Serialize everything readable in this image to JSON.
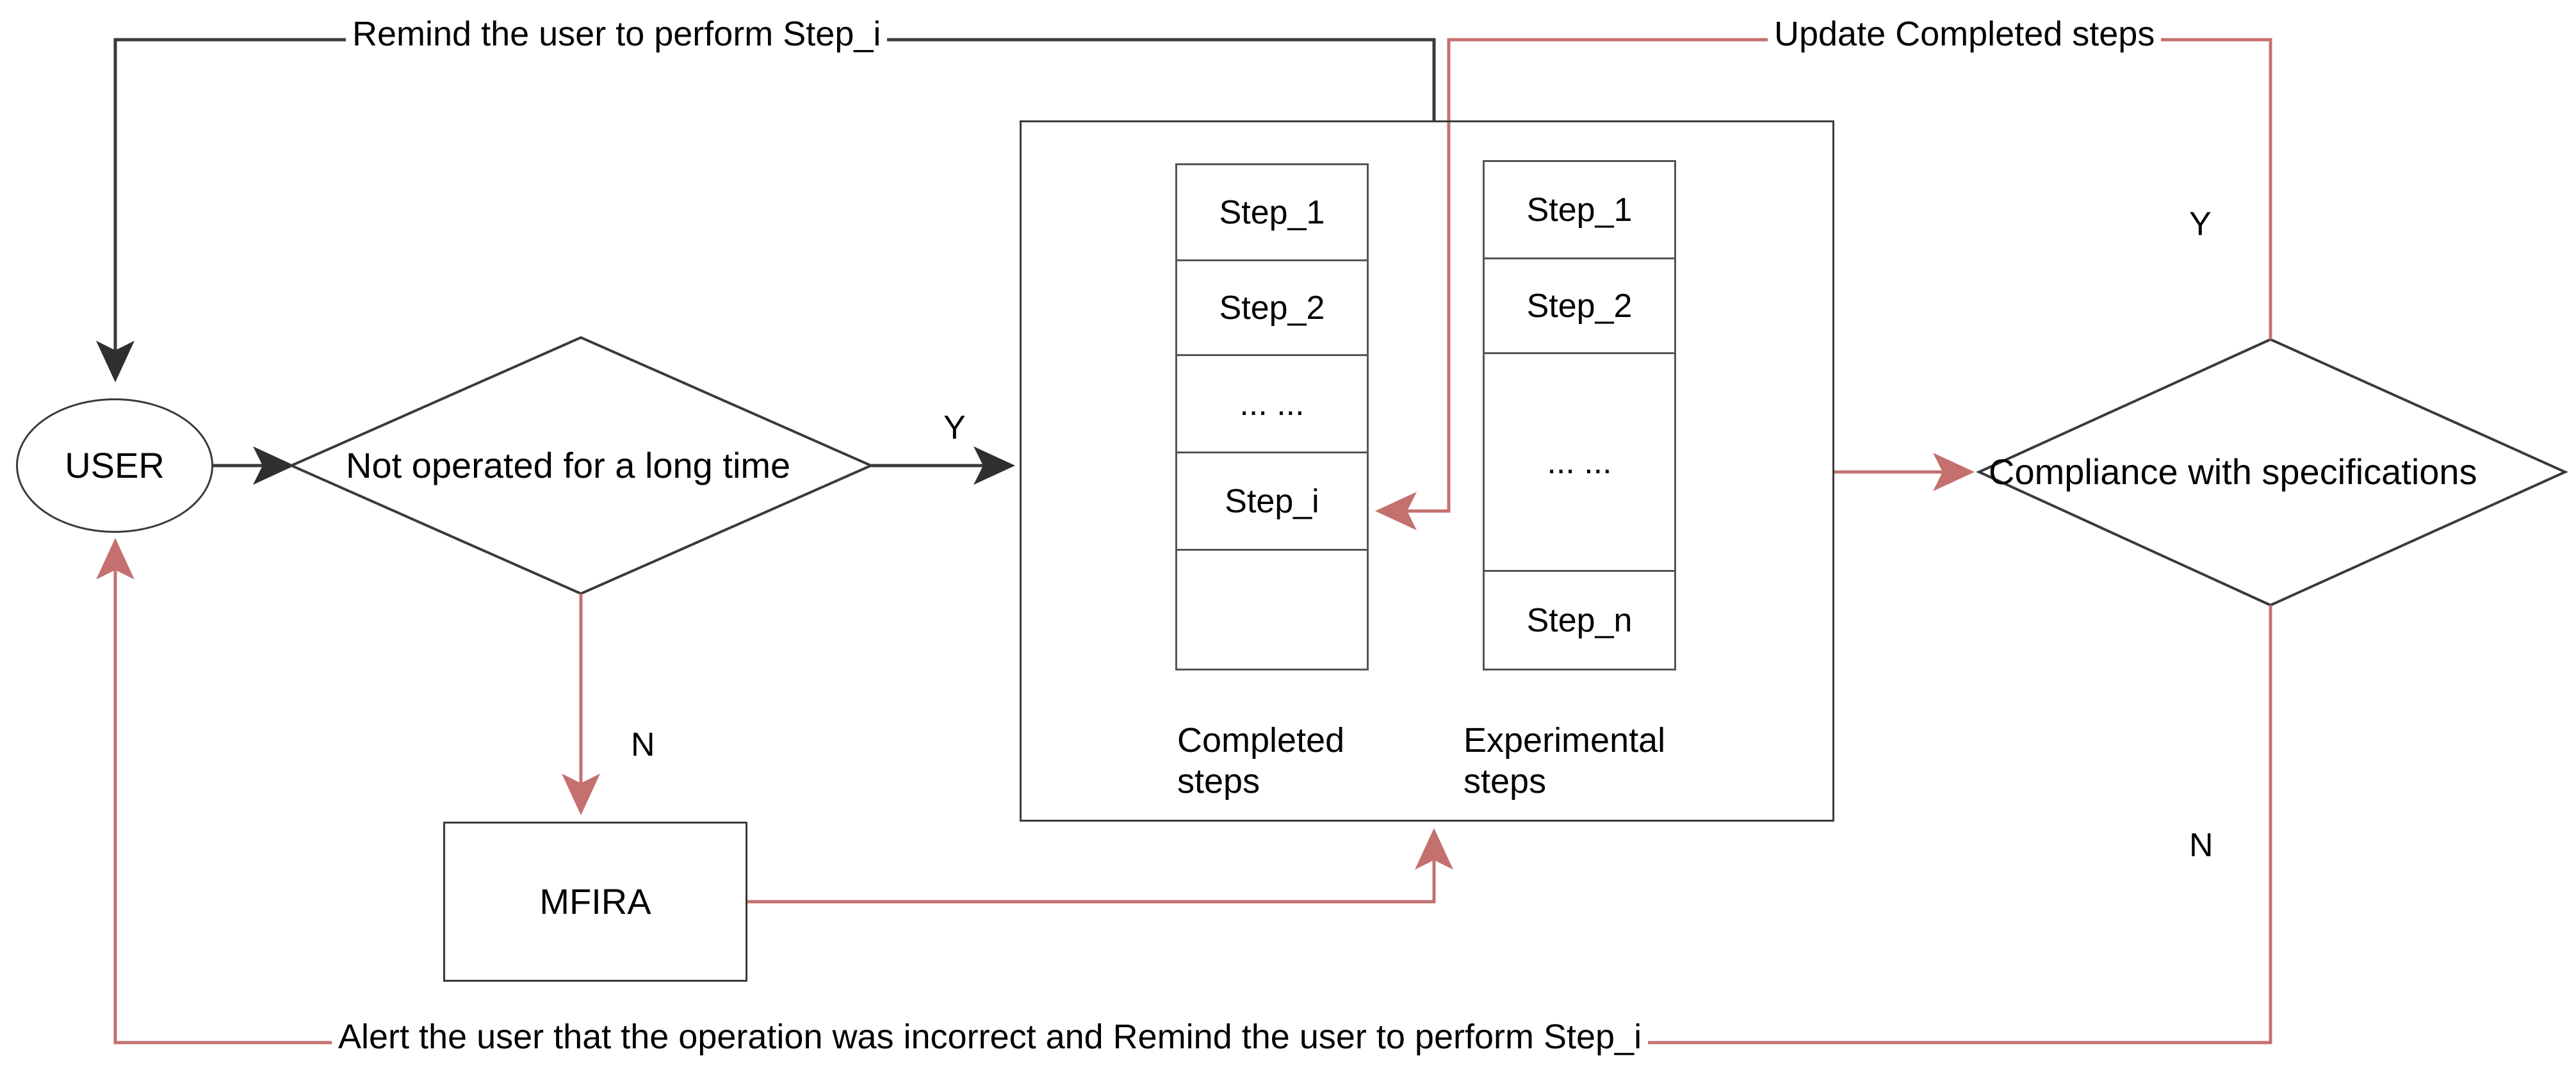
{
  "diagram": {
    "title": "MFIRA user-guidance flowchart",
    "colors": {
      "line_black": "#3a3a3a",
      "line_red": "#c4706f",
      "text": "#000000",
      "background": "#ffffff"
    }
  },
  "nodes": {
    "user": {
      "label": "USER",
      "shape": "ellipse"
    },
    "idle_decision": {
      "label": "Not operated for a long time",
      "shape": "diamond"
    },
    "mfira": {
      "label": "MFIRA",
      "shape": "rectangle"
    },
    "compliance_decision": {
      "label": "Compliance with specifications",
      "shape": "diamond"
    },
    "steps_container": {
      "shape": "rectangle"
    }
  },
  "lists": {
    "completed": {
      "caption": "Completed\nsteps",
      "rows": [
        "Step_1",
        "Step_2",
        "... ...",
        "Step_i",
        ""
      ]
    },
    "experimental": {
      "caption": "Experimental\nsteps",
      "rows": [
        "Step_1",
        "Step_2",
        "... ...",
        "Step_n"
      ]
    }
  },
  "edges": {
    "remind_top": "Remind the user to perform Step_i",
    "update_completed": "Update Completed steps",
    "alert_bottom": "Alert the user that the operation was incorrect and Remind the user to perform Step_i",
    "idle_yes": "Y",
    "idle_no": "N",
    "compliance_yes": "Y",
    "compliance_no": "N"
  }
}
